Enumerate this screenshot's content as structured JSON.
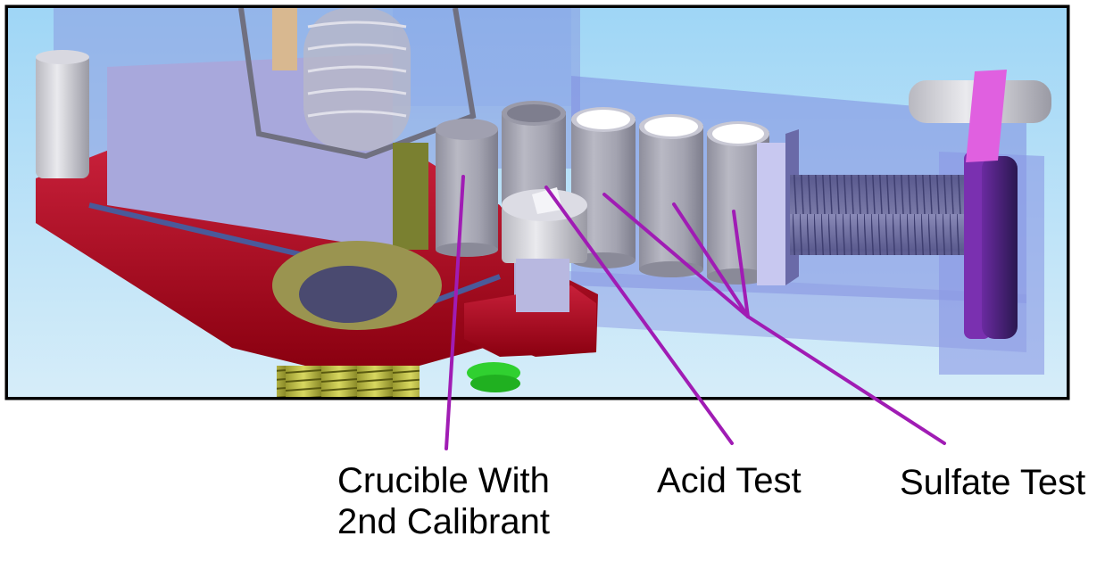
{
  "figure": {
    "description": "3D CAD render of sample holder assembly with crucibles and test cups",
    "frame_color": "#000000",
    "background_gradient": [
      "#a8d8f4",
      "#d4ecf8"
    ],
    "leader_color": "#a01cb4"
  },
  "labels": {
    "crucible": {
      "line1": "Crucible With",
      "line2": "2nd Calibrant"
    },
    "acid": {
      "text": "Acid Test"
    },
    "sulfate": {
      "text": "Sulfate Test"
    }
  },
  "components": {
    "crucibles": [
      "crucible-1",
      "crucible-2"
    ],
    "test_cups": [
      "cup-1",
      "cup-2",
      "cup-3"
    ],
    "parts": [
      "red-base-plate",
      "clamp-block",
      "threaded-rod",
      "purple-knob",
      "bolt-head",
      "yellow-spring",
      "green-spring",
      "wire-bail",
      "coil-spring"
    ]
  }
}
